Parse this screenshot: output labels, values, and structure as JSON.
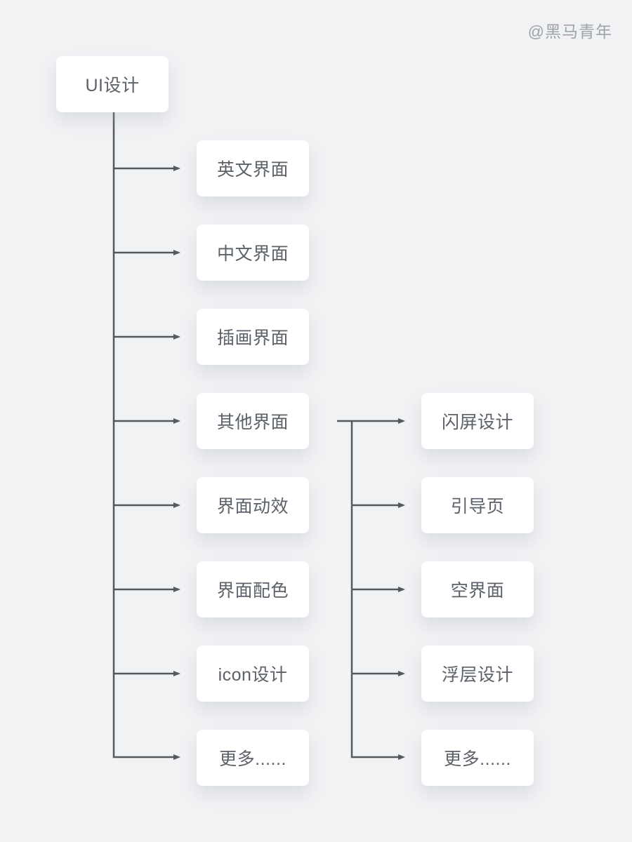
{
  "watermark": {
    "label": "@黑马青年"
  },
  "theme": {
    "background": "#f1f2f4",
    "node_background": "#ffffff",
    "node_text_color": "#5b6169",
    "connector_color": "#55585e",
    "watermark_color": "#9fa2a9"
  },
  "diagram": {
    "type": "tree",
    "root": {
      "label": "UI设计"
    },
    "level1": [
      {
        "label": "英文界面"
      },
      {
        "label": "中文界面"
      },
      {
        "label": "插画界面"
      },
      {
        "label": "其他界面",
        "has_children": true
      },
      {
        "label": "界面动效"
      },
      {
        "label": "界面配色"
      },
      {
        "label": "icon设计"
      },
      {
        "label": "更多......"
      }
    ],
    "level2_parent": "其他界面",
    "level2": [
      {
        "label": "闪屏设计"
      },
      {
        "label": "引导页"
      },
      {
        "label": "空界面"
      },
      {
        "label": "浮层设计"
      },
      {
        "label": "更多......"
      }
    ]
  }
}
